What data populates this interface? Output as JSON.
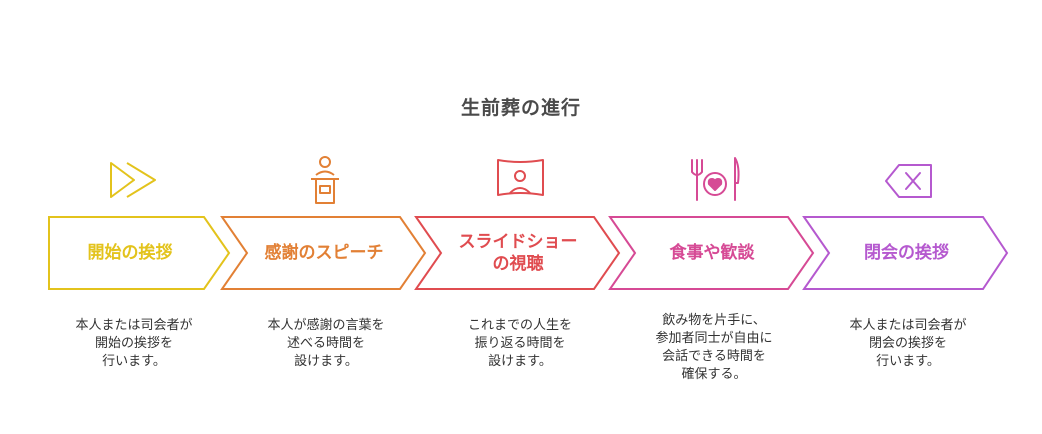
{
  "title": "生前葬の進行",
  "steps": [
    {
      "label": "開始の挨拶",
      "desc": [
        "本人または司会者が",
        "開始の挨拶を",
        "行います。"
      ],
      "color": "#e3c31c",
      "icon": "fast-forward-icon"
    },
    {
      "label": "感謝のスピーチ",
      "desc": [
        "本人が感謝の言葉を",
        "述べる時間を",
        "設けます。"
      ],
      "color": "#e28035",
      "icon": "speaker-podium-icon"
    },
    {
      "label": "スライドショー\nの視聴",
      "desc": [
        "これまでの人生を",
        "振り返る時間を",
        "設けます。"
      ],
      "color": "#e04c50",
      "icon": "slideshow-screen-icon"
    },
    {
      "label": "食事や歓談",
      "desc": [
        "飲み物を片手に、",
        "参加者同士が自由に",
        "会話できる時間を",
        "確保する。"
      ],
      "color": "#d64a95",
      "icon": "dining-icon"
    },
    {
      "label": "閉会の挨拶",
      "desc": [
        "本人または司会者が",
        "閉会の挨拶を",
        "行います。"
      ],
      "color": "#b559cf",
      "icon": "close-backspace-icon"
    }
  ]
}
